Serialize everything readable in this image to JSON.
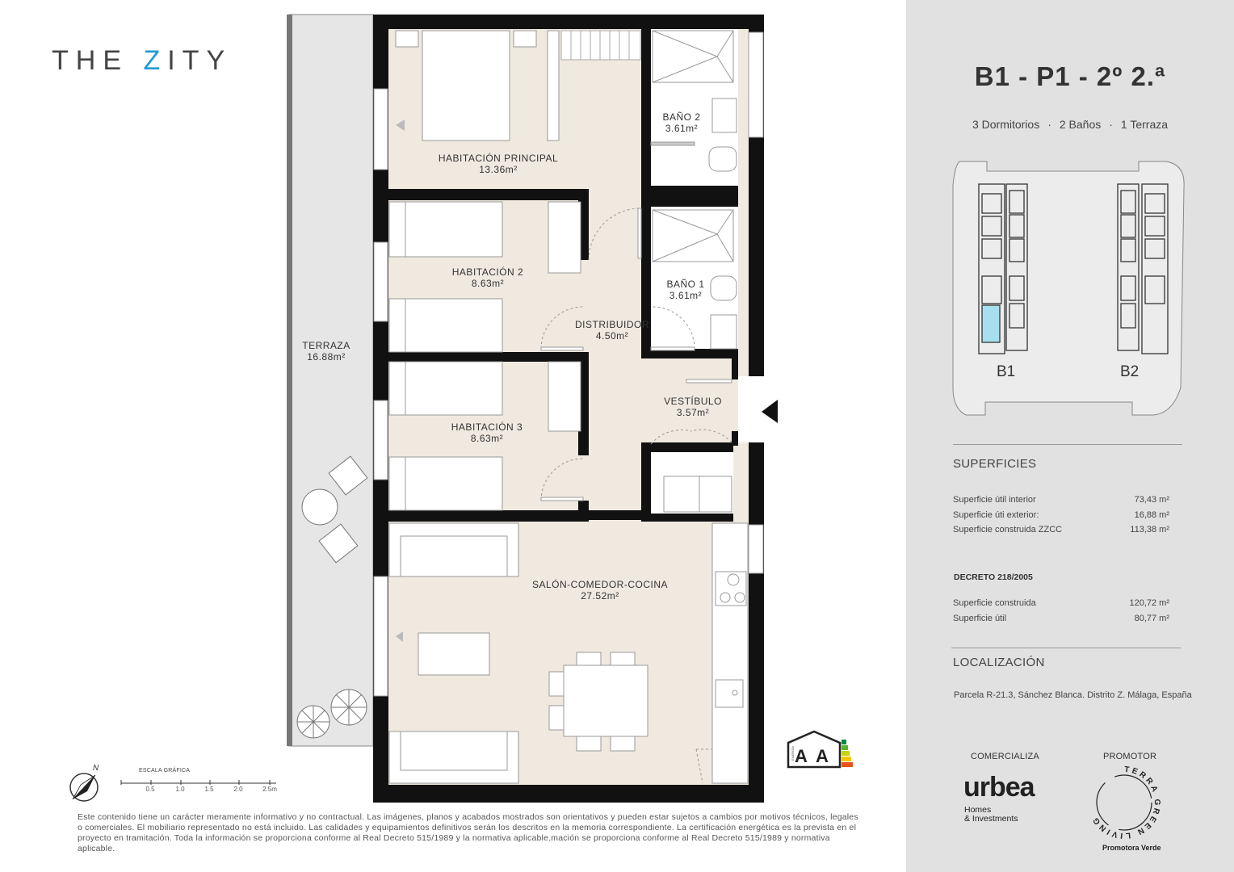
{
  "logo": {
    "text_a": "THE ",
    "text_b": "Z",
    "text_c": "ITY"
  },
  "rooms": [
    {
      "name": "HABITACIÓN PRINCIPAL",
      "area": "13.36m²"
    },
    {
      "name": "BAÑO 2",
      "area": "3.61m²"
    },
    {
      "name": "HABITACIÓN 2",
      "area": "8.63m²"
    },
    {
      "name": "BAÑO 1",
      "area": "3.61m²"
    },
    {
      "name": "DISTRIBUIDOR",
      "area": "4.50m²"
    },
    {
      "name": "TERRAZA",
      "area": "16.88m²"
    },
    {
      "name": "VESTÍBULO",
      "area": "3.57m²"
    },
    {
      "name": "HABITACIÓN 3",
      "area": "8.63m²"
    },
    {
      "name": "SALÓN-COMEDOR-COCINA",
      "area": "27.52m²"
    }
  ],
  "scale": {
    "title": "ESCALA GRÁFICA",
    "ticks": [
      "0.5",
      "1.0",
      "1.5",
      "2.0",
      "2.5m"
    ]
  },
  "compass": {
    "label": "N"
  },
  "energy": {
    "rating": "A",
    "small_text": "ENERGÍA"
  },
  "disclaimer": "Este contenido tiene un carácter meramente informativo y no contractual. Las imágenes, planos y acabados mostrados son orientativos y pueden estar sujetos a cambios por motivos técnicos, legales o comerciales. El mobiliario representado no está incluido. Las calidades y equipamientos definitivos serán los descritos en la memoria correspondiente. La certificación energética es la prevista en el proyecto en tramitación. Toda la información se proporciona conforme al Real Decreto 515/1989 y la normativa aplicable.mación se proporciona conforme al Real Decreto 515/1989 y normativa aplicable.",
  "panel": {
    "title": "B1 - P1 - 2º 2.ª",
    "features": [
      "3 Dormitorios",
      "2 Baños",
      "1 Terraza"
    ],
    "key_plan": {
      "b1": "B1",
      "b2": "B2"
    },
    "superficies": {
      "title": "SUPERFICIES",
      "rows": [
        {
          "label": "Superficie útil interior",
          "value": "73,43 m²"
        },
        {
          "label": "Superficie úti exterior:",
          "value": "16,88 m²"
        },
        {
          "label": "Superficie construida ZZCC",
          "value": "113,38 m²"
        }
      ]
    },
    "decreto": {
      "title": "DECRETO 218/2005",
      "rows": [
        {
          "label": "Superficie construida",
          "value": "120,72 m²"
        },
        {
          "label": "Superficie útil",
          "value": "80,77 m²"
        }
      ]
    },
    "localizacion": {
      "title": "LOCALIZACIÓN",
      "text": "Parcela R-21.3, Sánchez Blanca. Distrito Z. Málaga, España"
    },
    "comercializa": {
      "label": "COMERCIALIZA",
      "brand": "urbea",
      "sub1": "Homes",
      "sub2": "& Investments"
    },
    "promotor": {
      "label": "PROMOTOR",
      "ring_text": "TERRA GREEN LIVING",
      "sub": "Promotora Verde"
    }
  },
  "colors": {
    "wall": "#111111",
    "floor": "#efe9e0",
    "terrace": "#e6e6e6",
    "panel": "#e1e1e1",
    "accent": "#1e9ad6",
    "highlight": "#a8dff0"
  }
}
